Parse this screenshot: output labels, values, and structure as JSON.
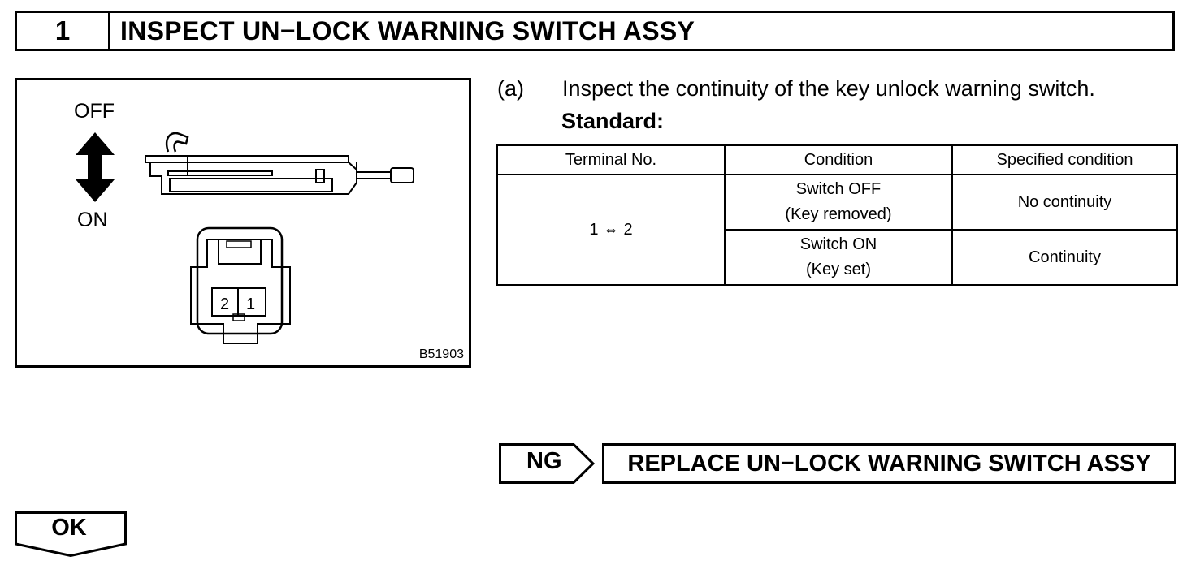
{
  "step": {
    "number": "1",
    "title": "INSPECT UN−LOCK WARNING SWITCH ASSY"
  },
  "figure": {
    "off_label": "OFF",
    "on_label": "ON",
    "connector_pins": [
      "2",
      "1"
    ],
    "code": "B51903"
  },
  "instruction": {
    "letter": "(a)",
    "text": "Inspect the continuity of the key unlock warning switch.",
    "standard_label": "Standard:"
  },
  "spec_table": {
    "headers": [
      "Terminal No.",
      "Condition",
      "Specified condition"
    ],
    "terminal": "1 ⇔ 2",
    "rows": [
      {
        "condition_line1": "Switch OFF",
        "condition_line2": "(Key removed)",
        "specified": "No continuity"
      },
      {
        "condition_line1": "Switch ON",
        "condition_line2": "(Key set)",
        "specified": "Continuity"
      }
    ]
  },
  "ng_action": {
    "ng_label": "NG",
    "text": "REPLACE UN−LOCK WARNING SWITCH ASSY"
  },
  "ok_label": "OK"
}
